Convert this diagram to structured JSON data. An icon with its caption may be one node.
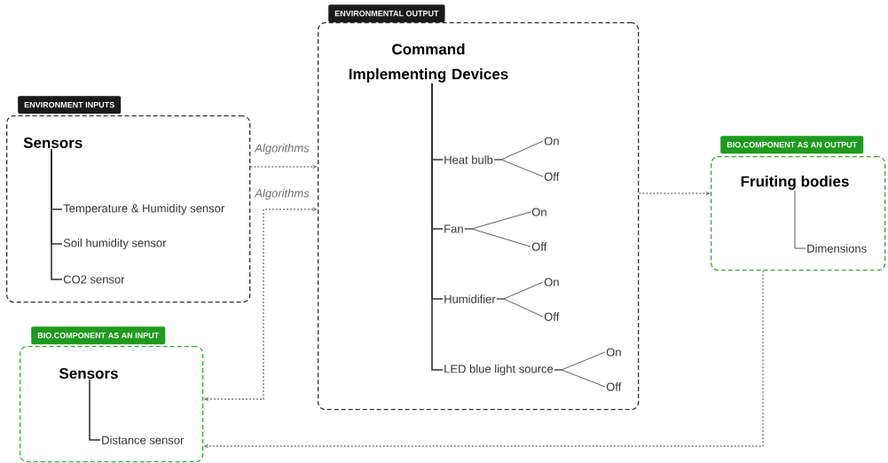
{
  "diagram": {
    "nodes": [
      {
        "text": [
          "ENVIRONMENT INPUTS"
        ]
      },
      {
        "text": [
          "Sensors"
        ],
        "in": 0
      },
      {
        "text": [
          "Temperature & Humidity sensor"
        ],
        "in": 0
      },
      {
        "text": [
          "Soil humidity sensor"
        ],
        "in": 0
      },
      {
        "text": [
          "CO2 sensor"
        ],
        "in": 0
      },
      {
        "text": [
          "ENVIRONMENTAL OUTPUT"
        ]
      },
      {
        "text": [
          "Command Implementing Devices"
        ],
        "in": 5
      },
      {
        "text": [
          "Heat bulb"
        ],
        "in": 5
      },
      {
        "text": [
          "On"
        ],
        "in": 5
      },
      {
        "text": [
          "Off"
        ],
        "in": 5
      },
      {
        "text": [
          "Fan"
        ],
        "in": 5
      },
      {
        "text": [
          "On"
        ],
        "in": 5
      },
      {
        "text": [
          "Off"
        ],
        "in": 5
      },
      {
        "text": [
          "Humidifier"
        ],
        "in": 5
      },
      {
        "text": [
          "On"
        ],
        "in": 5
      },
      {
        "text": [
          "Off"
        ],
        "in": 5
      },
      {
        "text": [
          "LED blue light source"
        ],
        "in": 5
      },
      {
        "text": [
          "On"
        ],
        "in": 5
      },
      {
        "text": [
          "Off"
        ],
        "in": 5
      },
      {
        "text": [
          "BIO.COMPONENT AS AN OUTPUT"
        ]
      },
      {
        "text": [
          "Fruiting bodies"
        ],
        "in": 19
      },
      {
        "text": [
          "Dimensions"
        ],
        "in": 19
      },
      {
        "text": [
          "BIO.COMPONENT AS AN INPUT"
        ]
      },
      {
        "text": [
          "Sensors"
        ],
        "in": 22
      },
      {
        "text": [
          "Distance sensor"
        ],
        "in": 22
      }
    ],
    "edges": [
      {
        "from": 1,
        "to": 2,
        "arrow": "none"
      },
      {
        "from": 1,
        "to": 3,
        "arrow": "none"
      },
      {
        "from": 1,
        "to": 4,
        "arrow": "none"
      },
      {
        "from": 6,
        "to": 7,
        "arrow": "none"
      },
      {
        "from": 6,
        "to": 10,
        "arrow": "none"
      },
      {
        "from": 6,
        "to": 13,
        "arrow": "none"
      },
      {
        "from": 6,
        "to": 16,
        "arrow": "none"
      },
      {
        "from": 7,
        "to": 8,
        "arrow": "none"
      },
      {
        "from": 7,
        "to": 9,
        "arrow": "none"
      },
      {
        "from": 10,
        "to": 11,
        "arrow": "none"
      },
      {
        "from": 10,
        "to": 12,
        "arrow": "none"
      },
      {
        "from": 13,
        "to": 14,
        "arrow": "none"
      },
      {
        "from": 13,
        "to": 15,
        "arrow": "none"
      },
      {
        "from": 16,
        "to": 17,
        "arrow": "none"
      },
      {
        "from": 16,
        "to": 18,
        "arrow": "none"
      },
      {
        "from": 20,
        "to": 21,
        "arrow": "none"
      },
      {
        "from": 23,
        "to": 24,
        "arrow": "none"
      },
      {
        "from": 0,
        "to": 5,
        "arrow": "to",
        "label": "Algorithms",
        "style": "dashed",
        "color": "#7f7f7f"
      },
      {
        "from": 22,
        "to": 5,
        "arrow": "both",
        "label": "Algorithms",
        "style": "dashed",
        "color": "#7f7f7f"
      },
      {
        "from": 5,
        "to": 19,
        "arrow": "to",
        "style": "dashed",
        "color": "#7f7f7f"
      },
      {
        "from": 19,
        "to": 22,
        "arrow": "to",
        "style": "dashed",
        "color": "#7f7f7f"
      }
    ]
  }
}
